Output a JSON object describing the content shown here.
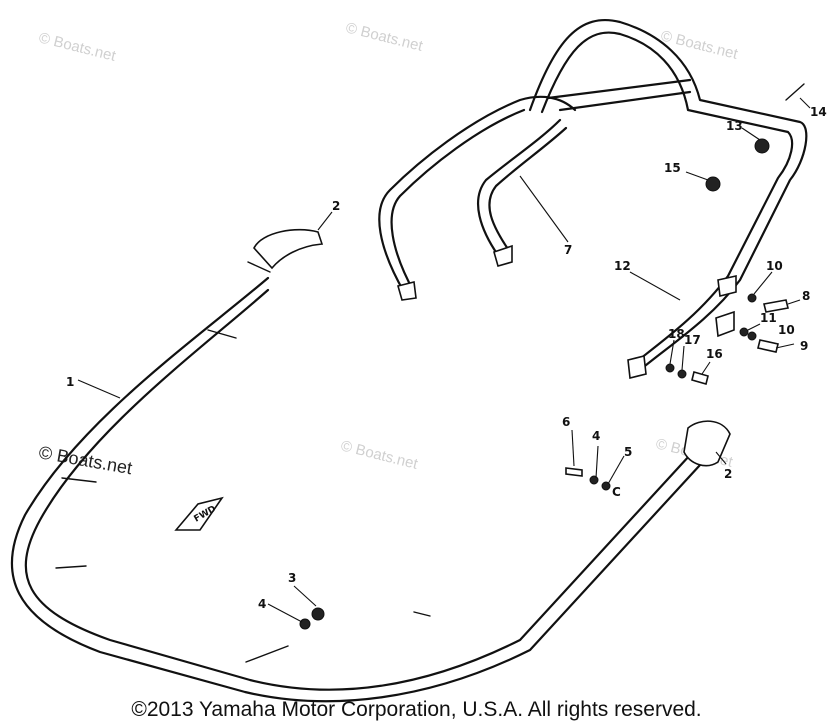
{
  "watermark": {
    "text": "© Boats.net",
    "prominent_text": "© Boats.net"
  },
  "callouts": {
    "c1": "1",
    "c2a": "2",
    "c2b": "2",
    "c3": "3",
    "c4a": "4",
    "c4b": "4",
    "c5": "5",
    "c6": "6",
    "c7": "7",
    "c8": "8",
    "c9": "9",
    "c10a": "10",
    "c10b": "10",
    "c11": "11",
    "c12": "12",
    "c13": "13",
    "c14": "14",
    "c15": "15",
    "c16": "16",
    "c17": "17",
    "c18": "18"
  },
  "labels": {
    "fwd_decal": "FWD",
    "letter_c": "C"
  },
  "copyright": "©2013 Yamaha Motor Corporation, U.S.A. All rights reserved."
}
